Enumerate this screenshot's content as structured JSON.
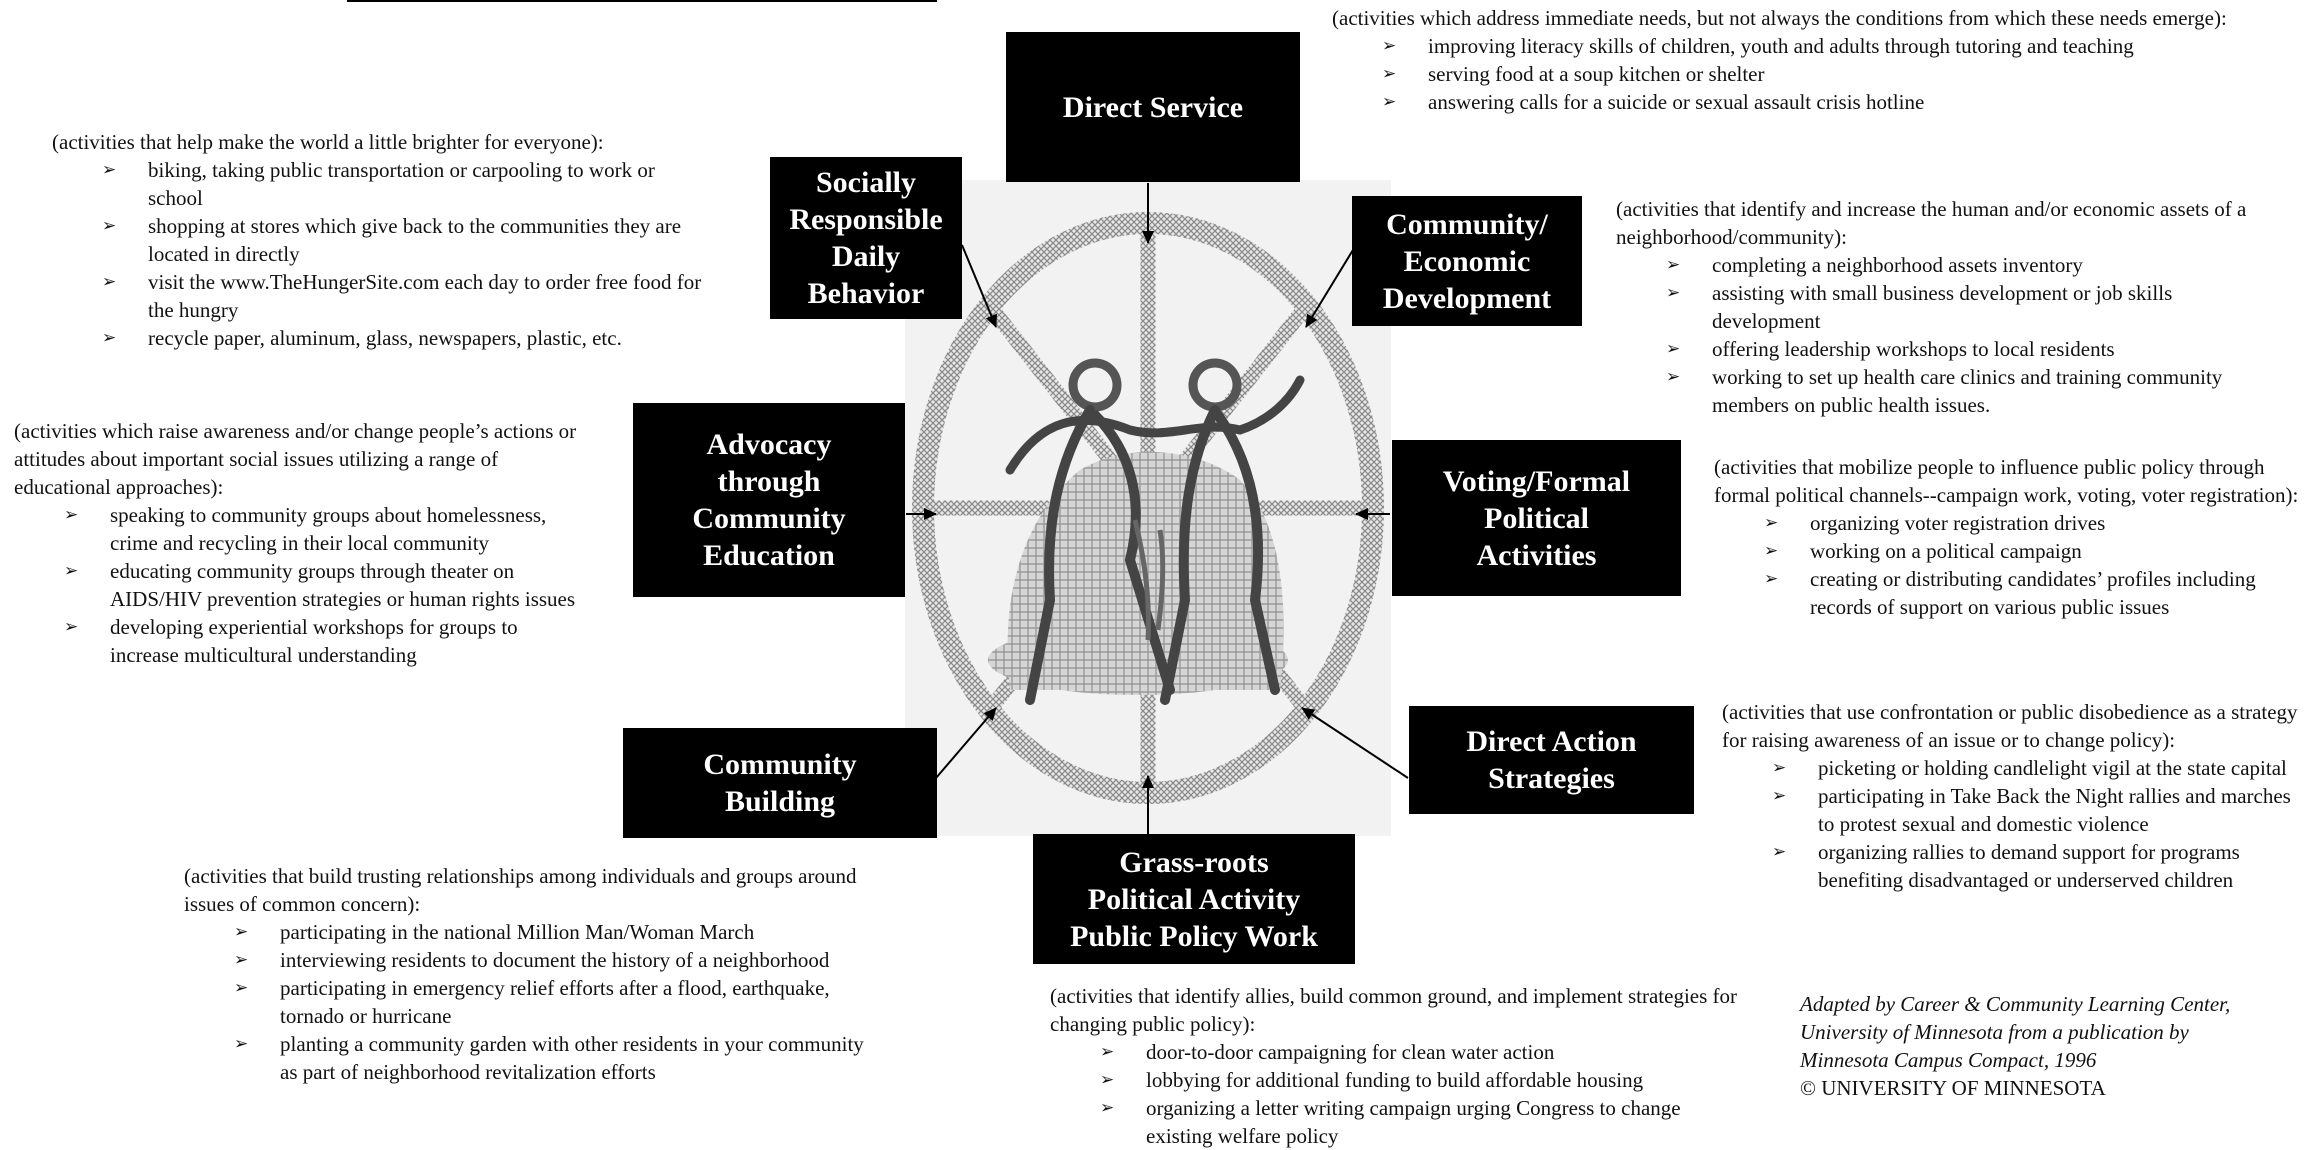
{
  "categories": {
    "direct_service": {
      "label": "Direct Service",
      "intro": "(activities which address immediate needs, but not always the conditions from which these needs emerge):",
      "items": [
        "improving literacy skills of children, youth and adults through tutoring and teaching",
        "serving food at a soup kitchen or shelter",
        "answering calls for a suicide or sexual assault crisis hotline"
      ]
    },
    "socially_responsible": {
      "label": "Socially\nResponsible\nDaily\nBehavior",
      "intro": "(activities that help make the world a little brighter for everyone):",
      "items": [
        "biking, taking public transportation or carpooling to work or school",
        "shopping at stores which give back to the communities they are located in directly",
        "visit the www.TheHungerSite.com each day to order free food for the hungry",
        "recycle paper, aluminum, glass, newspapers, plastic, etc."
      ]
    },
    "community_economic": {
      "label": "Community/\nEconomic\nDevelopment",
      "intro": "(activities that identify and increase the human and/or economic assets of a neighborhood/community):",
      "items": [
        "completing a neighborhood assets inventory",
        "assisting with small business development or job skills development",
        "offering leadership workshops to local residents",
        "working to set up health care clinics and training community members on public health issues."
      ]
    },
    "advocacy": {
      "label": "Advocacy\nthrough\nCommunity\nEducation",
      "intro": "(activities which raise awareness and/or change people’s actions or attitudes about important social issues utilizing a range of educational approaches):",
      "items": [
        "speaking to community groups about homelessness, crime and recycling in their local community",
        "educating community groups through theater on AIDS/HIV prevention strategies or human rights issues",
        "developing experiential workshops for groups to increase multicultural understanding"
      ]
    },
    "voting": {
      "label": "Voting/Formal\nPolitical\nActivities",
      "intro": "(activities that mobilize people to influence public policy through formal political channels--campaign work, voting, voter registration):",
      "items": [
        "organizing voter registration drives",
        "working on a political campaign",
        "creating or distributing candidates’ profiles including records of support on various public issues"
      ]
    },
    "community_building": {
      "label": "Community\nBuilding",
      "intro": "(activities that build trusting relationships among individuals and groups around issues of common concern):",
      "items": [
        "participating in the national Million Man/Woman March",
        "interviewing residents to document the history of a neighborhood",
        "participating in emergency relief efforts after a flood, earthquake, tornado or hurricane",
        "planting a community garden with other residents in your community as part of neighborhood revitalization efforts"
      ]
    },
    "direct_action": {
      "label": "Direct Action\nStrategies",
      "intro": "(activities that use confrontation or public disobedience as a strategy for raising awareness of an issue or to change policy):",
      "items": [
        "picketing or holding  candlelight vigil at the state capital",
        "participating in Take Back the Night rallies and marches to protest sexual and domestic violence",
        "organizing rallies to demand support for programs benefiting disadvantaged or underserved children"
      ]
    },
    "grassroots": {
      "label": "Grass-roots\nPolitical Activity\nPublic Policy Work",
      "intro": "(activities that identify allies,  build common ground, and implement strategies for changing public policy):",
      "items": [
        "door-to-door campaigning for clean water action",
        "lobbying for additional funding to build affordable housing",
        "organizing a letter writing campaign urging Congress to change existing welfare policy"
      ]
    }
  },
  "bullet_glyph": "➢",
  "credit": {
    "line1": "Adapted by Career & Community Learning Center,",
    "line2": "University of Minnesota from a publication by",
    "line3": "Minnesota Campus Compact, 1996",
    "line4": "© UNIVERSITY OF MINNESOTA"
  },
  "colors": {
    "box": "#000000",
    "wheel": "#9a9a9a",
    "text": "#111111"
  }
}
